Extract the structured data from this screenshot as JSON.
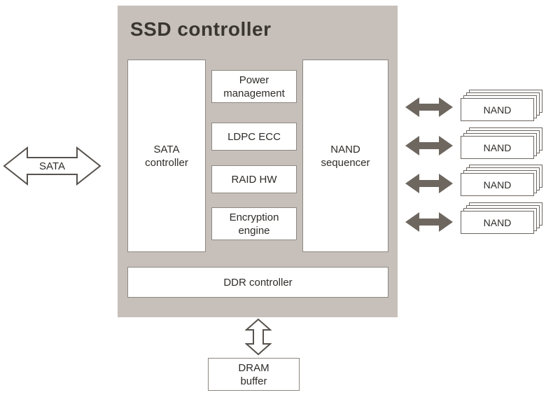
{
  "diagram": {
    "title": "SSD controller",
    "left_interface": {
      "label": "SATA"
    },
    "controller": {
      "sata_controller": "SATA\ncontroller",
      "power_management": "Power\nmanagement",
      "ldpc_ecc": "LDPC ECC",
      "raid_hw": "RAID HW",
      "encryption_engine": "Encryption\nengine",
      "nand_sequencer": "NAND\nsequencer",
      "ddr_controller": "DDR controller"
    },
    "dram": {
      "label": "DRAM\nbuffer"
    },
    "nand_channels": [
      {
        "label": "NAND"
      },
      {
        "label": "NAND"
      },
      {
        "label": "NAND"
      },
      {
        "label": "NAND"
      }
    ],
    "colors": {
      "controller_bg": "#c7c0ba",
      "arrow_fill": "#6e6760",
      "box_border": "#8d8882"
    }
  }
}
